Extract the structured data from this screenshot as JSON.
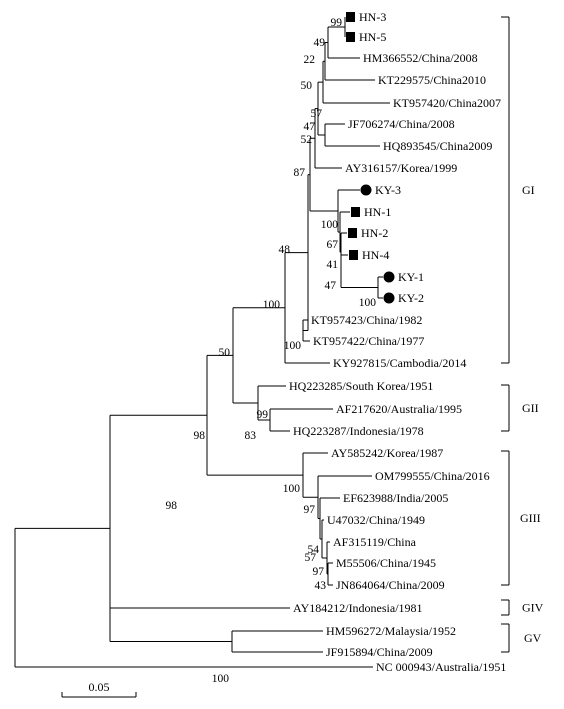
{
  "taxa": [
    {
      "id": "hn3",
      "label": "HN-3",
      "marker": "square"
    },
    {
      "id": "hn5",
      "label": "HN-5",
      "marker": "square"
    },
    {
      "id": "hm366552",
      "label": "HM366552/China/2008"
    },
    {
      "id": "kt229575",
      "label": "KT229575/China2010"
    },
    {
      "id": "jf706274",
      "label": "JF706274/China/2008"
    },
    {
      "id": "hq893545",
      "label": "HQ893545/China2009"
    },
    {
      "id": "kt957420",
      "label": "KT957420/China2007"
    },
    {
      "id": "ay316157",
      "label": "AY316157/Korea/1999"
    },
    {
      "id": "ky3",
      "label": "KY-3",
      "marker": "circle"
    },
    {
      "id": "hn1",
      "label": "HN-1",
      "marker": "square"
    },
    {
      "id": "hn2",
      "label": "HN-2",
      "marker": "square"
    },
    {
      "id": "hn4",
      "label": "HN-4",
      "marker": "square"
    },
    {
      "id": "ky1",
      "label": "KY-1",
      "marker": "circle"
    },
    {
      "id": "ky2",
      "label": "KY-2",
      "marker": "circle"
    },
    {
      "id": "kt957423",
      "label": "KT957423/China/1982"
    },
    {
      "id": "kt957422",
      "label": "KT957422/China/1977"
    },
    {
      "id": "ky927815",
      "label": "KY927815/Cambodia/2014"
    },
    {
      "id": "hq223285",
      "label": "HQ223285/South Korea/1951"
    },
    {
      "id": "af217620",
      "label": "AF217620/Australia/1995"
    },
    {
      "id": "hq223287",
      "label": "HQ223287/Indonesia/1978"
    },
    {
      "id": "ay585242",
      "label": "AY585242/Korea/1987"
    },
    {
      "id": "om799555",
      "label": "OM799555/China/2016"
    },
    {
      "id": "ef623988",
      "label": "EF623988/India/2005"
    },
    {
      "id": "u47032",
      "label": "U47032/China/1949"
    },
    {
      "id": "af315119",
      "label": "AF315119/China"
    },
    {
      "id": "m55506",
      "label": "M55506/China/1945"
    },
    {
      "id": "jn864064",
      "label": "JN864064/China/2009"
    },
    {
      "id": "ay184212",
      "label": "AY184212/Indonesia/1981"
    },
    {
      "id": "hm596272",
      "label": "HM596272/Malaysia/1952"
    },
    {
      "id": "jf915894",
      "label": "JF915894/China/2009"
    },
    {
      "id": "nc000943",
      "label": "NC 000943/Australia/1951"
    }
  ],
  "bootstrap": {
    "n_hn3_hn5": "99",
    "n_hm": "49",
    "n_kt229": "22",
    "n_b50": "50",
    "n_jf_hq": "57",
    "n_b47": "47",
    "n_b52": "52",
    "n_b87": "87",
    "n_ky12": "100",
    "n_hn4": "41",
    "n_hn2": "67",
    "n_hn1": "100",
    "n_ky": "47",
    "n_kt1982": "100",
    "n_b48": "48",
    "n_gi": "100",
    "n_af_hq": "99",
    "n_gii": "83",
    "n_gi_gii": "50",
    "n_af_m": "97",
    "n_u47": "54",
    "n_jn": "43",
    "n_ef": "57",
    "n_om": "97",
    "n_giii": "100",
    "n_g123": "98",
    "n_gv": "100",
    "n_ingroup": "98"
  },
  "groups": [
    {
      "id": "GI",
      "label": "GI"
    },
    {
      "id": "GII",
      "label": "GII"
    },
    {
      "id": "GIII",
      "label": "GIII"
    },
    {
      "id": "GIV",
      "label": "GIV"
    },
    {
      "id": "GV",
      "label": "GV"
    }
  ],
  "scale_label": "0.05"
}
